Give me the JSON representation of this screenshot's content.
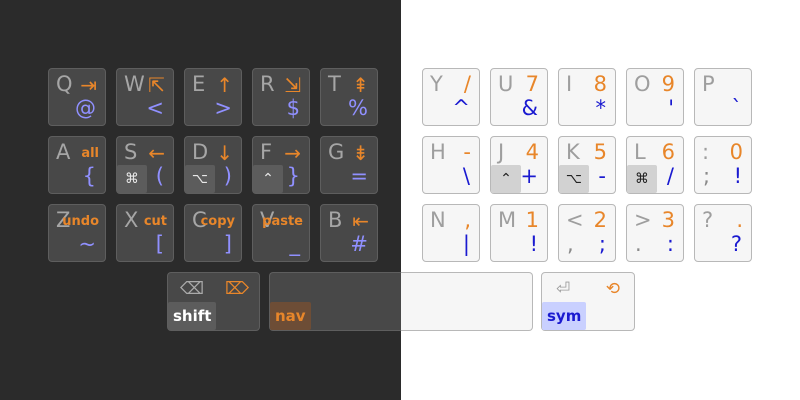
{
  "left_rows": [
    [
      {
        "letter": "Q",
        "tr": "⇥",
        "br": "@"
      },
      {
        "letter": "W",
        "tr": "⇱",
        "br": "<"
      },
      {
        "letter": "E",
        "tr": "↑",
        "br": ">"
      },
      {
        "letter": "R",
        "tr": "⇲",
        "br": "$"
      },
      {
        "letter": "T",
        "tr": "⇞",
        "br": "%"
      }
    ],
    [
      {
        "letter": "A",
        "tr": "all",
        "br": "{"
      },
      {
        "letter": "S",
        "tr": "←",
        "br": "(",
        "mod": "⌘"
      },
      {
        "letter": "D",
        "tr": "↓",
        "br": ")",
        "mod": "⌥"
      },
      {
        "letter": "F",
        "tr": "→",
        "br": "}",
        "mod": "⌃"
      },
      {
        "letter": "G",
        "tr": "⇟",
        "br": "="
      }
    ],
    [
      {
        "letter": "Z",
        "tr": "undo",
        "br": "~"
      },
      {
        "letter": "X",
        "tr": "cut",
        "br": "["
      },
      {
        "letter": "C",
        "tr": "copy",
        "br": "]"
      },
      {
        "letter": "V",
        "tr": "paste",
        "br": "_"
      },
      {
        "letter": "B",
        "tr": "⇤",
        "br": "#"
      }
    ]
  ],
  "right_rows": [
    [
      {
        "letter": "Y",
        "tr": "/",
        "br": "^"
      },
      {
        "letter": "U",
        "tr": "7",
        "br": "&"
      },
      {
        "letter": "I",
        "tr": "8",
        "br": "*"
      },
      {
        "letter": "O",
        "tr": "9",
        "br": "'"
      },
      {
        "letter": "P",
        "tr": "",
        "br": "`"
      }
    ],
    [
      {
        "letter": "H",
        "tr": "-",
        "br": "\\"
      },
      {
        "letter": "J",
        "tr": "4",
        "br": "+",
        "mod": "⌃"
      },
      {
        "letter": "K",
        "tr": "5",
        "br": "-",
        "mod": "⌥"
      },
      {
        "letter": "L",
        "tr": "6",
        "br": "/",
        "mod": "⌘"
      },
      {
        "letter": ":",
        "tr": "0",
        "br": "!",
        "bl": ";"
      }
    ],
    [
      {
        "letter": "N",
        "tr": ",",
        "br": "|"
      },
      {
        "letter": "M",
        "tr": "1",
        "br": "!"
      },
      {
        "letter": "<",
        "tr": "2",
        "br": ";",
        "bl": ","
      },
      {
        "letter": ">",
        "tr": "3",
        "br": ":",
        "bl": "."
      },
      {
        "letter": "?",
        "tr": ".",
        "br": "?"
      }
    ]
  ],
  "thumbs": {
    "shift": {
      "label": "shift",
      "icon_left": "⌫",
      "icon_right": "⌦"
    },
    "nav": {
      "label": "nav"
    },
    "sym": {
      "label": "sym",
      "icon_left": "⏎",
      "icon_right": "⟲"
    }
  },
  "colors": {
    "left_bg": "#2b2b2b",
    "right_bg": "#ffffff",
    "key_dark": "#484848",
    "key_light": "#f6f6f6",
    "orange": "#e8862a",
    "blue_dark_side": "#9090ff",
    "blue_light_side": "#1a1ad0",
    "shift_label_bg": "#5c5c5c",
    "nav_label_bg": "#6d4d36",
    "sym_label_bg": "#c9d0ff"
  }
}
